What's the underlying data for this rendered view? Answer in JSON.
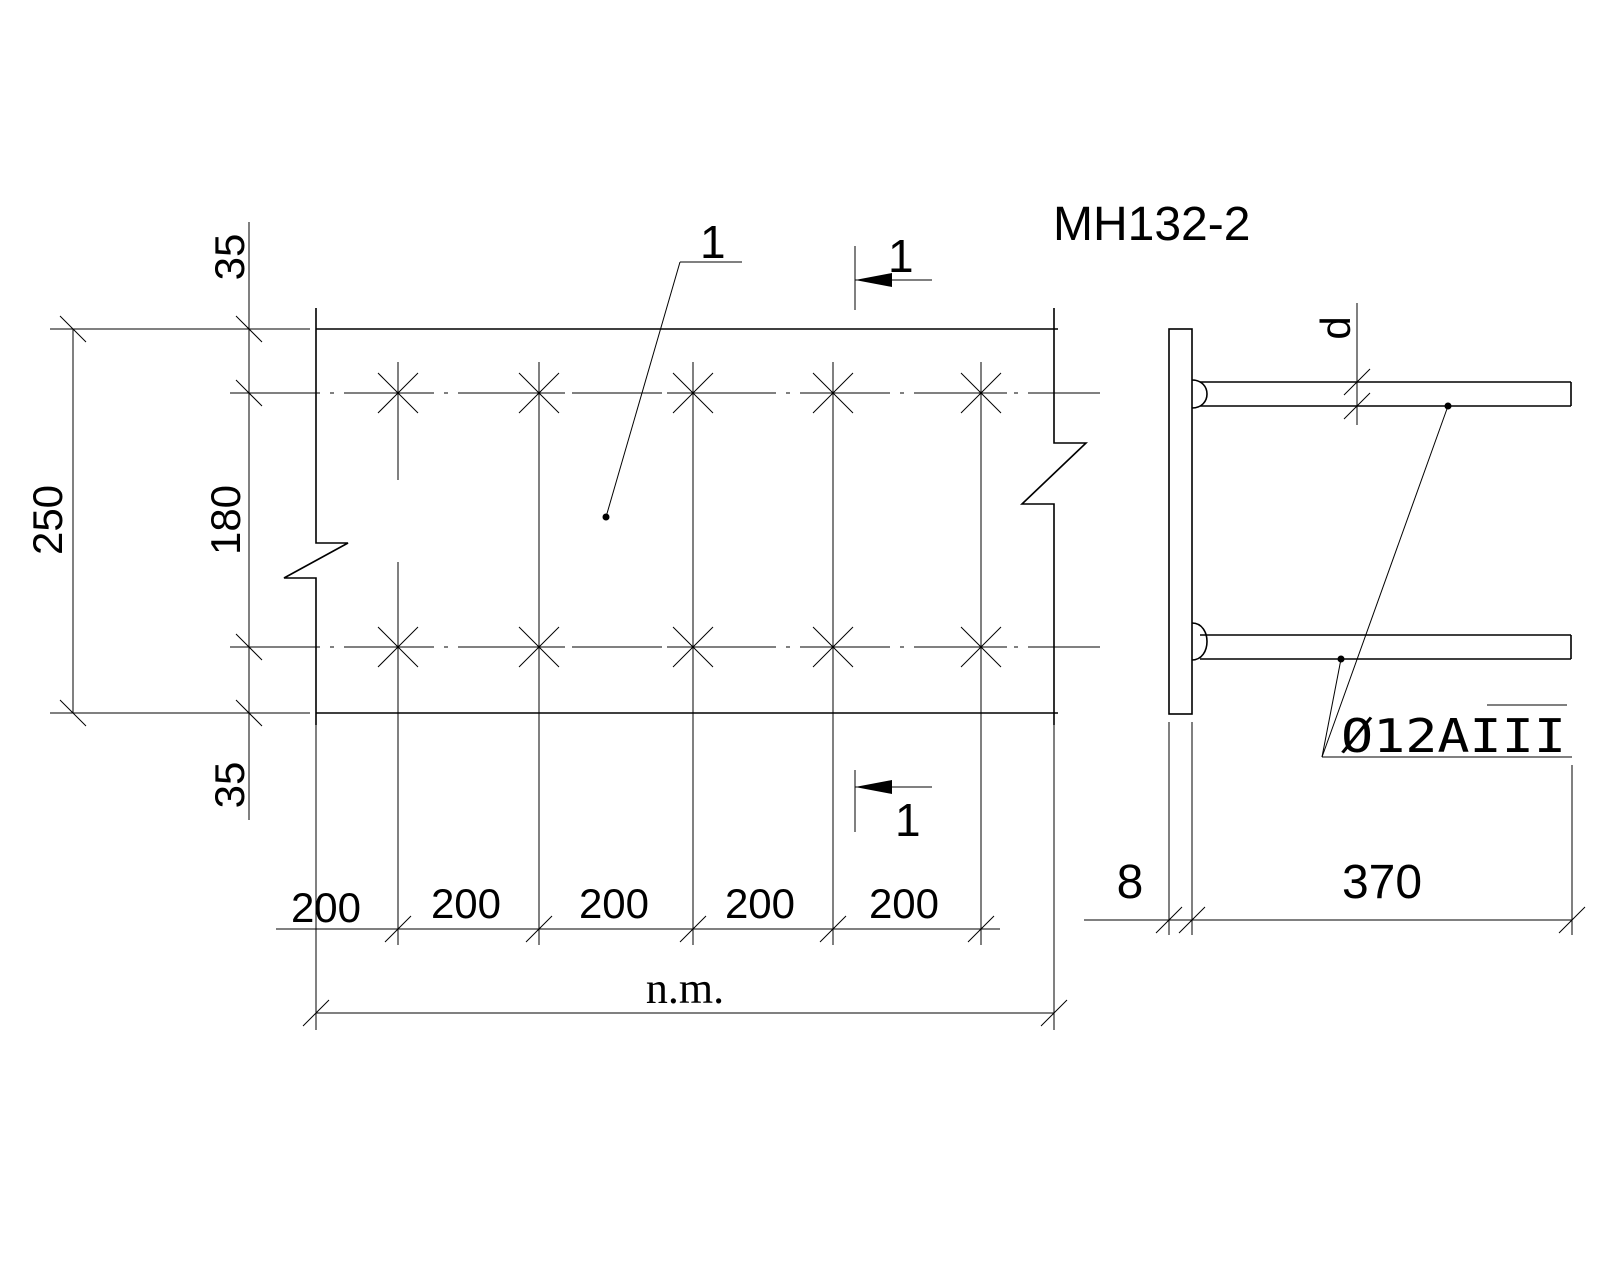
{
  "title": "MH132-2",
  "labels": {
    "part_number": "1",
    "section_mark_top": "1",
    "section_mark_bottom": "1",
    "d": "d",
    "rebar_spec": "Ø12AIII",
    "total_length": "n.m."
  },
  "dimensions": {
    "top_edge": "35",
    "height_total": "250",
    "anchor_spacing": "180",
    "bottom_edge": "35",
    "spacings": [
      "200",
      "200",
      "200",
      "200",
      "200"
    ],
    "plate_thickness": "8",
    "anchor_length": "370"
  }
}
